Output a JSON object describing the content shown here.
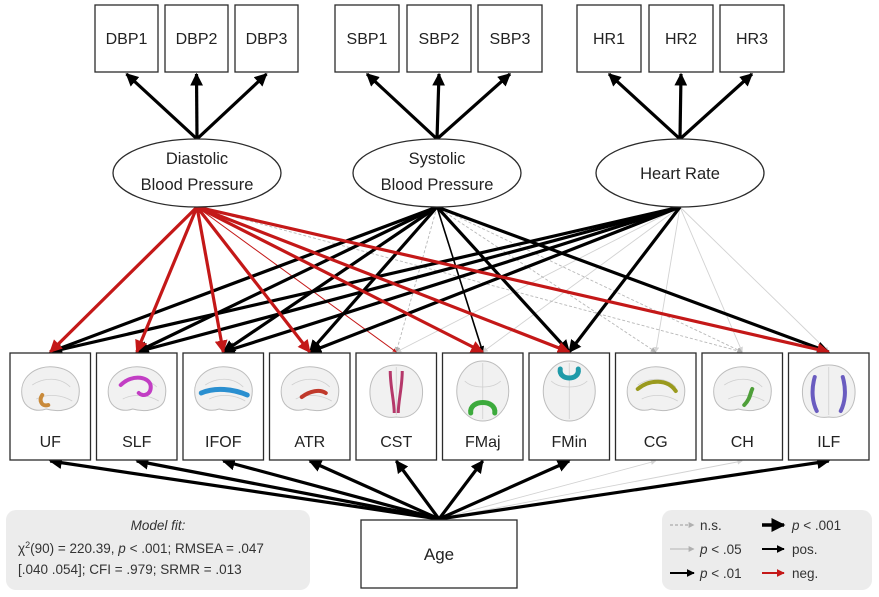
{
  "colors": {
    "positive": "#000000",
    "negative": "#c41818",
    "nonsignificant": "#9a9a9a",
    "weak": "#d2d2d2",
    "panel": "#ececec"
  },
  "indicators": {
    "dbp": [
      "DBP1",
      "DBP2",
      "DBP3"
    ],
    "sbp": [
      "SBP1",
      "SBP2",
      "SBP3"
    ],
    "hr": [
      "HR1",
      "HR2",
      "HR3"
    ]
  },
  "latents": {
    "dbp": [
      "Diastolic",
      "Blood Pressure"
    ],
    "sbp": [
      "Systolic",
      "Blood Pressure"
    ],
    "hr": [
      "Heart Rate"
    ]
  },
  "tracts": [
    {
      "label": "UF",
      "icon": "brain-sagittal-icon",
      "highlight": "#c98a3a"
    },
    {
      "label": "SLF",
      "icon": "brain-sagittal-icon",
      "highlight": "#c23ec4"
    },
    {
      "label": "IFOF",
      "icon": "brain-sagittal-icon",
      "highlight": "#2a8fd0"
    },
    {
      "label": "ATR",
      "icon": "brain-sagittal-icon",
      "highlight": "#c0392b"
    },
    {
      "label": "CST",
      "icon": "brain-coronal-icon",
      "highlight": "#b5386a"
    },
    {
      "label": "FMaj",
      "icon": "brain-axial-icon",
      "highlight": "#3caa3c"
    },
    {
      "label": "FMin",
      "icon": "brain-axial-icon",
      "highlight": "#1f9aa8"
    },
    {
      "label": "CG",
      "icon": "brain-sagittal-icon",
      "highlight": "#9a9a1e"
    },
    {
      "label": "CH",
      "icon": "brain-sagittal-icon",
      "highlight": "#4f9f3a"
    },
    {
      "label": "ILF",
      "icon": "brain-coronal-icon",
      "highlight": "#6a5cc0"
    }
  ],
  "age_label": "Age",
  "model_fit": {
    "title": "Model fit:",
    "chi_symbol": "χ",
    "chi_sup": "2",
    "chi_df": "(90) = 220.39, ",
    "p_italic": "p",
    "chi_rest": " < .001; RMSEA = .047",
    "line3": "[.040 .054]; CFI = .979; SRMR = .013"
  },
  "legend": {
    "ns": "n.s.",
    "p05_italic": "p",
    "p05_rest": " < .05",
    "p01_italic": "p",
    "p01_rest": " < .01",
    "p001_italic": "p",
    "p001_rest": " < .001",
    "pos": "pos.",
    "neg": "neg."
  },
  "paths": {
    "dbp_to_tracts": [
      "strong-neg",
      "strong-neg",
      "strong-neg",
      "strong-neg",
      "weak-neg",
      "strong-neg",
      "strong-neg",
      "none",
      "ns",
      "strong-neg"
    ],
    "sbp_to_tracts": [
      "strong-pos",
      "strong-pos",
      "strong-pos",
      "strong-pos",
      "ns",
      "p01-pos",
      "strong-pos",
      "ns",
      "ns",
      "strong-pos"
    ],
    "hr_to_tracts": [
      "strong-pos",
      "strong-pos",
      "strong-pos",
      "strong-pos",
      "weak",
      "weak",
      "strong-pos",
      "weak",
      "weak",
      "weak"
    ],
    "age_to_tracts": [
      "strong-pos",
      "strong-pos",
      "strong-pos",
      "strong-pos",
      "strong-pos",
      "strong-pos",
      "strong-pos",
      "weak",
      "weak",
      "strong-pos"
    ]
  }
}
